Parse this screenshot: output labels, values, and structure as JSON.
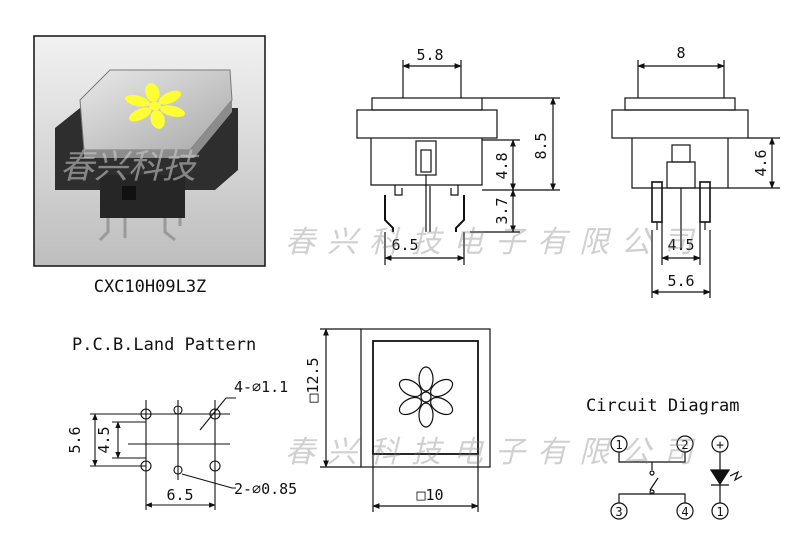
{
  "photo": {
    "caption": "CXC10H09L3Z",
    "watermark": "春兴科技"
  },
  "watermark_text": "春兴科技电子有限公司",
  "front_view": {
    "dim_top": "5.8",
    "dim_total_height": "8.5",
    "dim_body_height": "4.8",
    "dim_pin_length": "3.7",
    "dim_pin_spacing": "6.5"
  },
  "side_view": {
    "dim_top": "8",
    "dim_height": "4.6",
    "dim_inner": "4.5",
    "dim_outer": "5.6"
  },
  "pcb": {
    "title": "P.C.B.Land Pattern",
    "holes_large": "4-⌀1.1",
    "holes_small": "2-⌀0.85",
    "dim_outer_height": "5.6",
    "dim_inner_height": "4.5",
    "dim_width": "6.5"
  },
  "top_view": {
    "dim_height": "□12.5",
    "dim_width": "□10"
  },
  "circuit": {
    "title": "Circuit Diagram",
    "pin1": "1",
    "pin2": "2",
    "pin3": "3",
    "pin4": "4",
    "led_plus": "+",
    "led_minus": "1"
  },
  "colors": {
    "line": "#111111",
    "flower": "#ffff33",
    "cap": "#cfcfcf",
    "body": "#2e2e2e"
  }
}
